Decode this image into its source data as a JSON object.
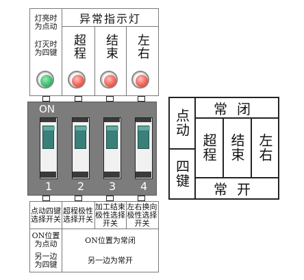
{
  "indicator_panel": {
    "col1_on_text": "灯亮时为点动",
    "col1_off_text": "灯灭时为四键",
    "header": "异常指示灯",
    "labels": [
      "超程",
      "结束",
      "左右"
    ],
    "led_colors": {
      "green": "#3fbf6f",
      "red": "#f0625a"
    }
  },
  "dip_switch": {
    "on_label": "ON",
    "numbers": [
      "1",
      "2",
      "3",
      "4"
    ]
  },
  "function_table": {
    "cells": [
      "点动四键选择开关",
      "超程极性选择开关",
      "加工结束极性选择开关",
      "左右换向极性选择开关"
    ],
    "left_note_on": "ON位置为点动",
    "left_note_off": "另一边为四键",
    "right_note_on": "ON位置为常闭",
    "right_note_off": "另一边为常开"
  },
  "mode_table": {
    "top_left": "点动",
    "bottom_left": "四键",
    "top": "常闭",
    "items": [
      "超程",
      "结束",
      "左右"
    ],
    "bottom": "常开"
  }
}
